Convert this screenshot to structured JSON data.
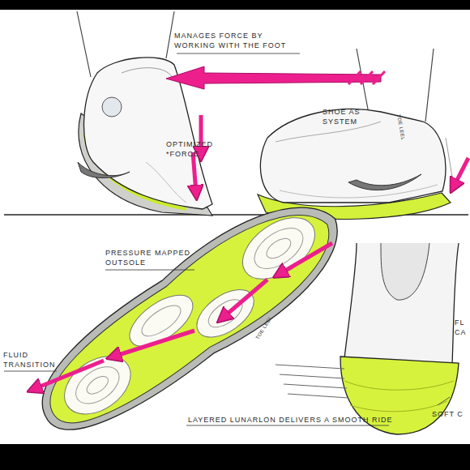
{
  "diagram": {
    "labels": [
      "MANAGES FORCE BY WORKING WITH THE FOOT",
      "OPTIMIZED *FORCE",
      "SHOE AS SYSTEM",
      "TOE LEEL",
      "PRESSURE MAPPED OUTSOLE",
      "FLUID TRANSITION",
      "LAYERED LUNARLON DELIVERS A SMOOTH RIDE",
      "SOFT C",
      "FL CA",
      "TOE LEEL"
    ]
  }
}
